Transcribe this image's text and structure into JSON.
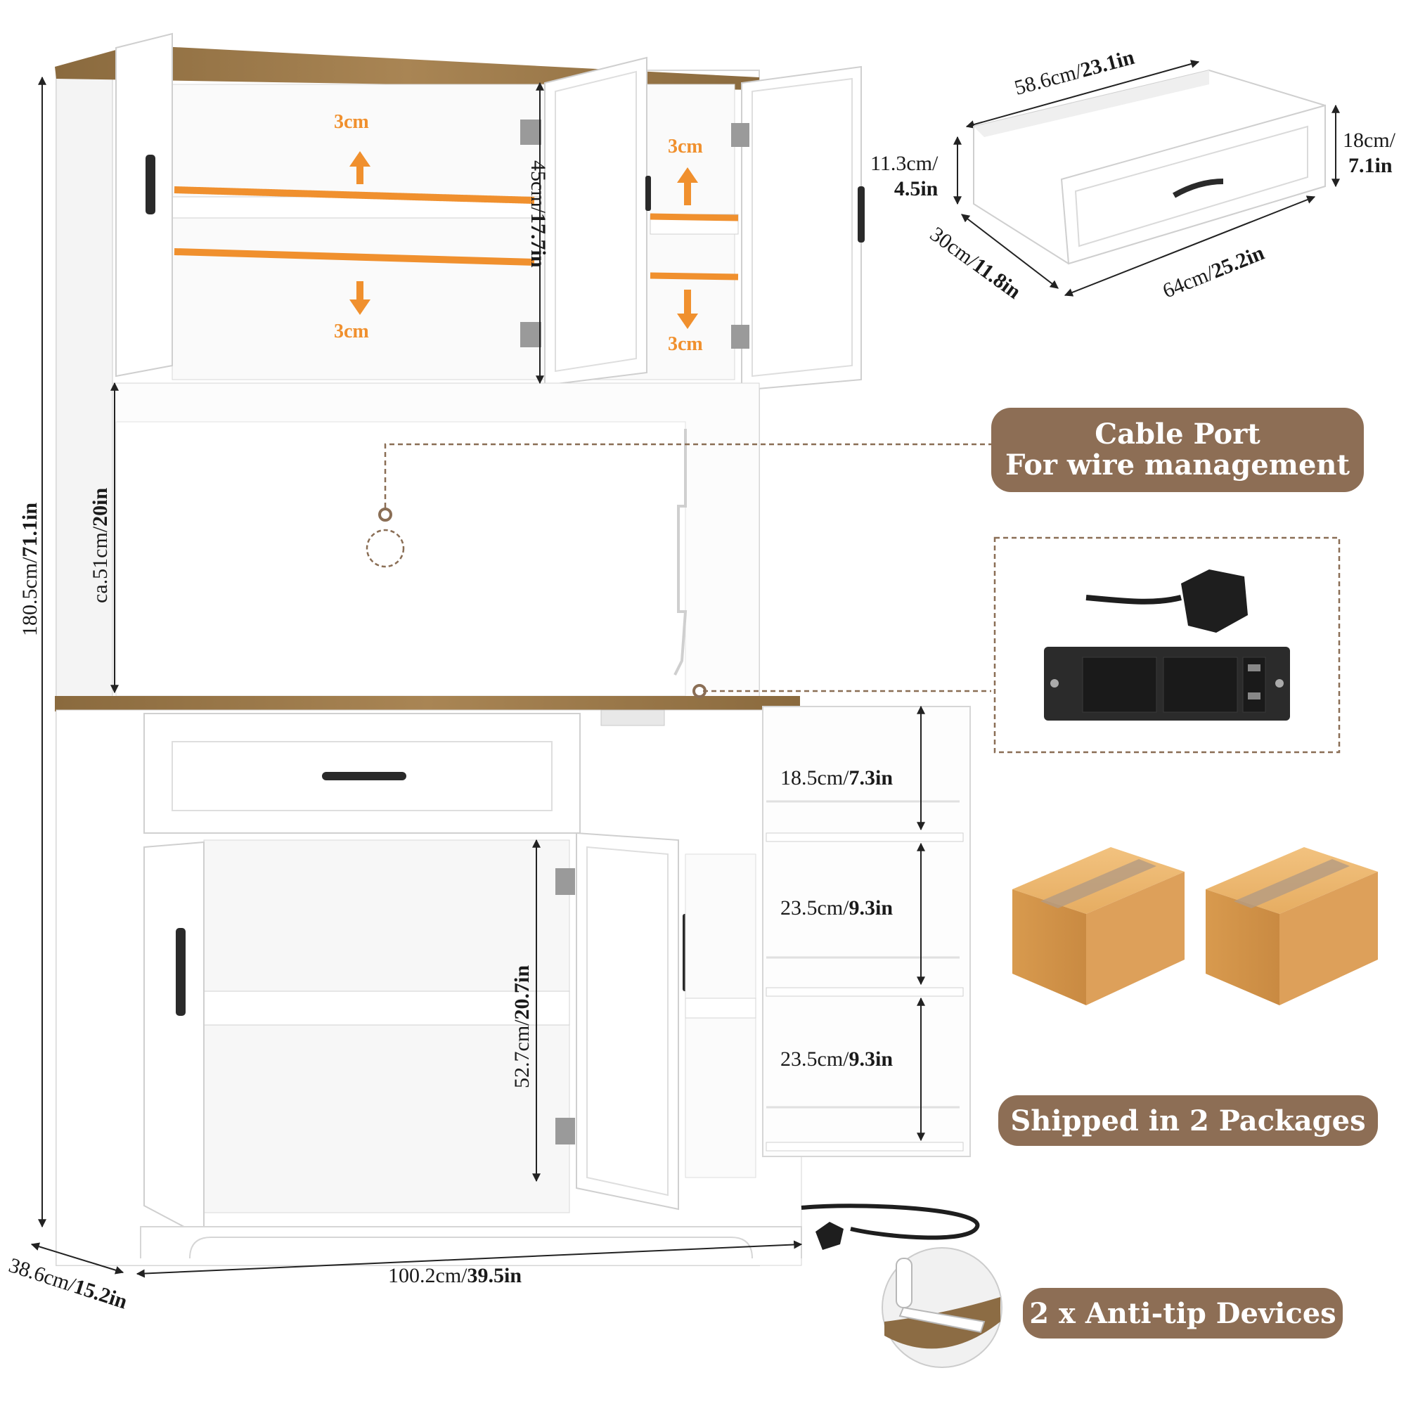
{
  "dimensions": {
    "total_height": {
      "prefix": "180.5cm/",
      "bold": "71.1in"
    },
    "depth": {
      "prefix": "38.6cm/",
      "bold": "15.2in"
    },
    "width": {
      "prefix": "100.2cm/",
      "bold": "39.5in"
    },
    "upper_height": {
      "prefix": "45cm/",
      "bold": "17.7in"
    },
    "open_height": {
      "prefix": "ca.51cm/",
      "bold": "20in"
    },
    "lower_height": {
      "prefix": "52.7cm/",
      "bold": "20.7in"
    },
    "side_shelf_top": {
      "prefix": "18.5cm/",
      "bold": "7.3in"
    },
    "side_shelf_mid": {
      "prefix": "23.5cm/",
      "bold": "9.3in"
    },
    "side_shelf_bottom": {
      "prefix": "23.5cm/",
      "bold": "9.3in"
    }
  },
  "shelf_adjust": {
    "left_up": "3cm",
    "left_down": "3cm",
    "right_up": "3cm",
    "right_down": "3cm"
  },
  "drawer": {
    "top_width": {
      "prefix": "58.6cm/",
      "bold": "23.1in"
    },
    "inner_height": {
      "prefix": "11.3cm/",
      "bold": "4.5in"
    },
    "outer_height": {
      "prefix": "18cm/",
      "bold": "7.1in"
    },
    "depth": {
      "prefix": "30cm/",
      "bold": "11.8in"
    },
    "front_width": {
      "prefix": "64cm/",
      "bold": "25.2in"
    }
  },
  "features": {
    "cable_port_line1": "Cable Port",
    "cable_port_line2": "For wire management",
    "shipped": "Shipped in 2 Packages",
    "anti_tip": "2 x Anti-tip Devices"
  },
  "colors": {
    "wood": "#9c7a4c",
    "pill": "#8d6e55",
    "orange": "#f0902e",
    "cabinet": "#ffffff",
    "box": "#e0a860"
  }
}
